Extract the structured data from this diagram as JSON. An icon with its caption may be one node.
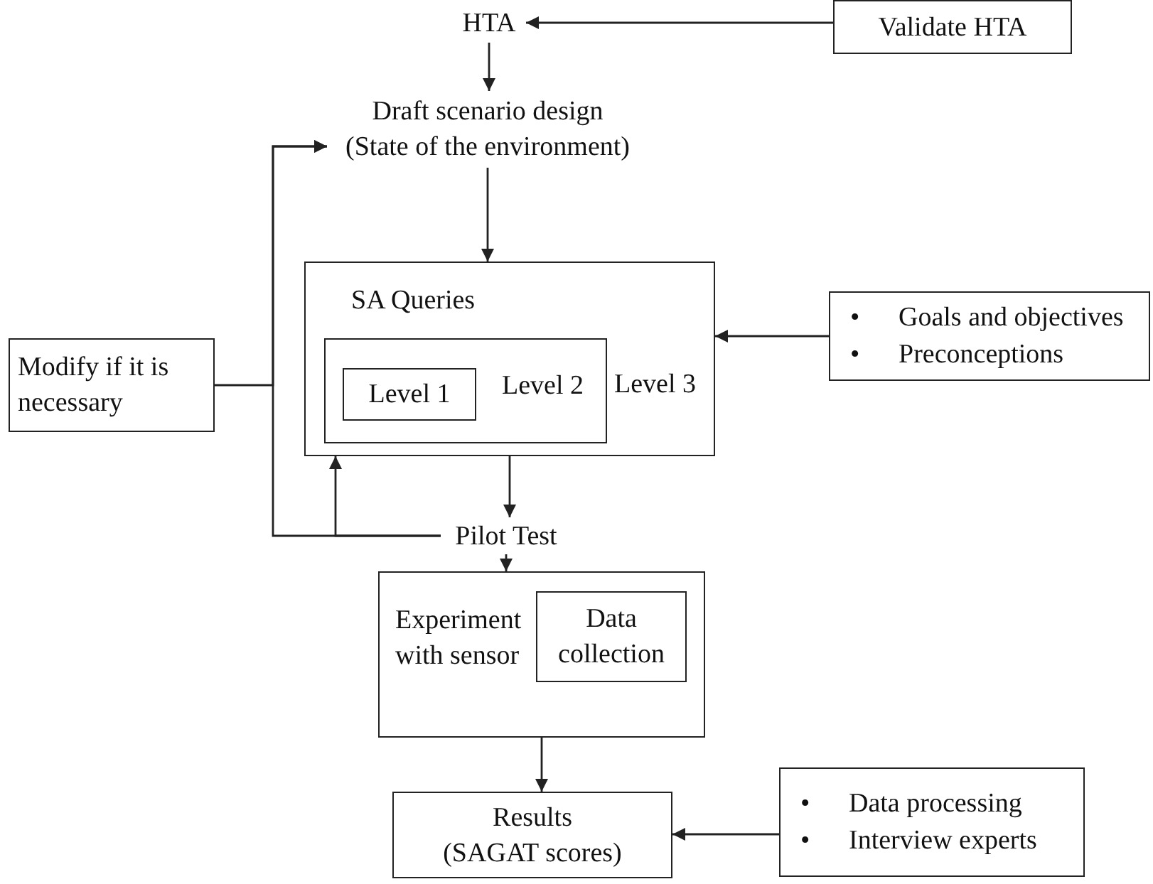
{
  "diagram": {
    "nodes": [
      {
        "text": [
          "HTA"
        ]
      },
      {
        "text": [
          "Validate HTA"
        ]
      },
      {
        "text": [
          "Draft scenario design (State of the environment)"
        ]
      },
      {
        "text": [
          "SA Queries",
          "Level 3"
        ]
      },
      {
        "text": [
          "Level 2"
        ],
        "in": 3
      },
      {
        "text": [
          "Level 1"
        ],
        "in": 4
      },
      {
        "text": [
          "•",
          "Goals and objectives",
          "•",
          "Preconceptions"
        ]
      },
      {
        "text": [
          "Modify if it is necessary"
        ]
      },
      {
        "text": [
          "Pilot Test"
        ]
      },
      {
        "text": [
          "Experiment with sensor"
        ]
      },
      {
        "text": [
          "Data collection"
        ],
        "in": 9
      },
      {
        "text": [
          "Results (SAGAT scores)"
        ]
      },
      {
        "text": [
          "•",
          "Data processing",
          "•",
          "Interview experts"
        ]
      }
    ],
    "edges": [
      {
        "from": 0,
        "to": 2,
        "arrow": "to"
      },
      {
        "from": 1,
        "to": 0,
        "arrow": "to"
      },
      {
        "from": 2,
        "to": 3,
        "arrow": "to"
      },
      {
        "from": 6,
        "to": 3,
        "arrow": "to"
      },
      {
        "from": 7,
        "to": 2,
        "arrow": "to"
      },
      {
        "from": 8,
        "to": 2,
        "arrow": "to"
      },
      {
        "from": 8,
        "to": 3,
        "arrow": "to"
      },
      {
        "from": 3,
        "to": 8,
        "arrow": "to"
      },
      {
        "from": 8,
        "to": 9,
        "arrow": "to"
      },
      {
        "from": 9,
        "to": 11,
        "arrow": "to"
      },
      {
        "from": 12,
        "to": 11,
        "arrow": "to"
      }
    ]
  }
}
